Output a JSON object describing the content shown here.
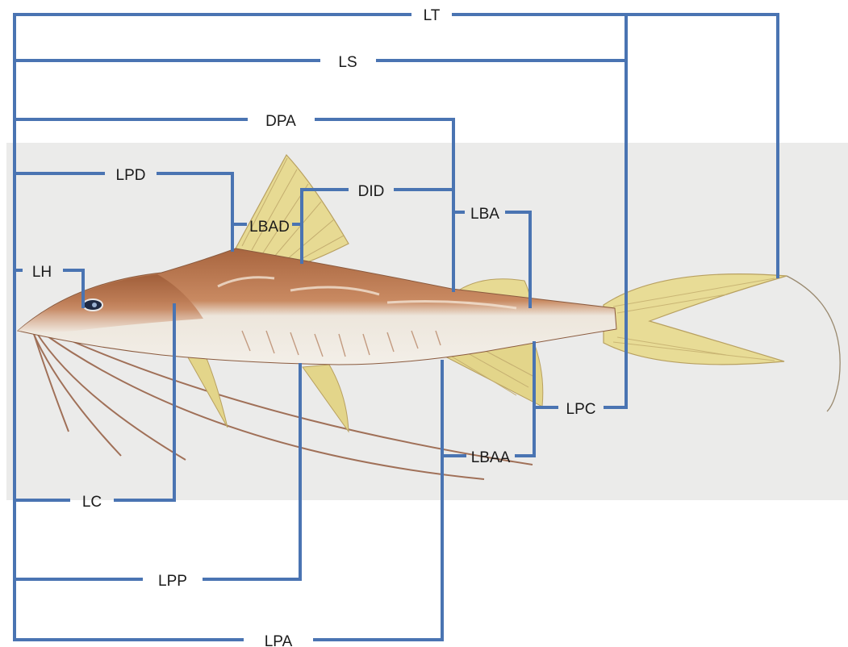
{
  "labels": {
    "lt": "LT",
    "ls": "LS",
    "dpa": "DPA",
    "lpd": "LPD",
    "did": "DID",
    "lbad": "LBAD",
    "lba": "LBA",
    "lh": "LH",
    "lpc": "LPC",
    "lbaa": "LBAA",
    "lc": "LC",
    "lpp": "LPP",
    "lpa": "LPA"
  },
  "colors": {
    "measurement_line": "#4a74b2",
    "photo_background": "#ebebea",
    "fish_dorsal": "#b5714a",
    "fish_belly": "#efe9e0",
    "fin": "#e6d98f"
  }
}
